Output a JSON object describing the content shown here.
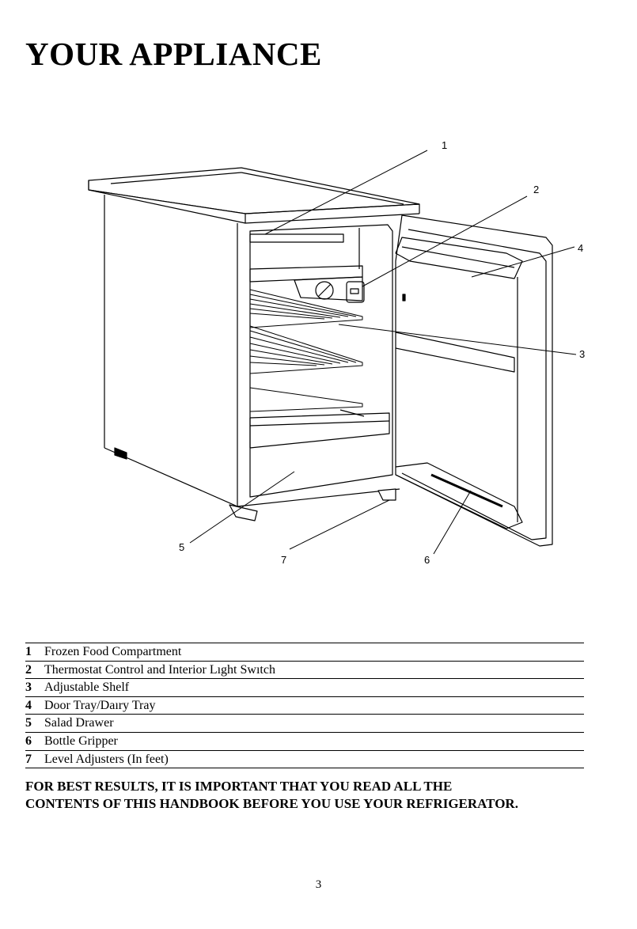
{
  "title": "YOUR APPLIANCE",
  "callouts": [
    "1",
    "2",
    "3",
    "4",
    "5",
    "6",
    "7"
  ],
  "legend": [
    {
      "num": "1",
      "text": "Frozen Food Compartment"
    },
    {
      "num": "2",
      "text": "Thermostat Control and Interior Lıght Swıtch"
    },
    {
      "num": "3",
      "text": "Adjustable Shelf"
    },
    {
      "num": "4",
      "text": "Door Tray/Daıry Tray"
    },
    {
      "num": "5",
      "text": "Salad Drawer"
    },
    {
      "num": "6",
      "text": "Bottle Gripper"
    },
    {
      "num": "7",
      "text": "Level Adjusters (In feet)"
    }
  ],
  "notice": {
    "line1": "FOR BEST RESULTS, IT IS IMPORTANT THAT YOU READ ALL THE",
    "line2": "CONTENTS OF THIS HANDBOOK BEFORE YOU USE YOUR REFRIGERATOR."
  },
  "page_number": "3"
}
